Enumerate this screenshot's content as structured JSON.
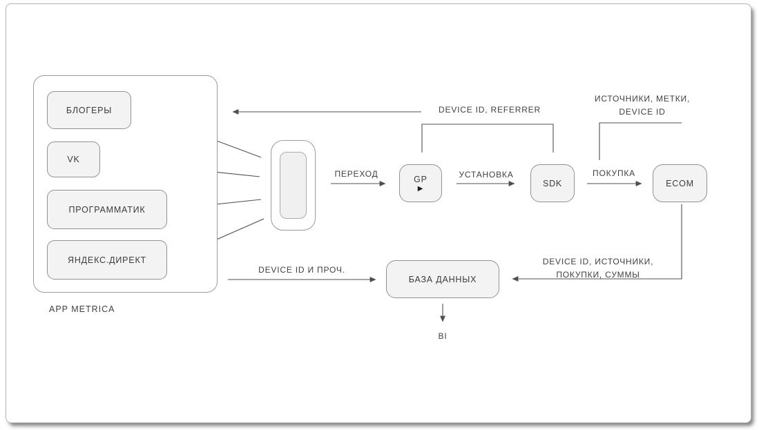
{
  "colors": {
    "sheet_bg": "#ffffff",
    "box_fill": "#f3f3f3",
    "box_border": "#919191",
    "group_border": "#9a9a9a",
    "wire": "#4f4f4f",
    "text": "#3b3b3b"
  },
  "diagram": {
    "app_metrica": {
      "label": "APP METRICA",
      "sources": [
        {
          "label": "БЛОГЕРЫ"
        },
        {
          "label": "VK"
        },
        {
          "label": "ПРОГРАММАТИК"
        },
        {
          "label": "ЯНДЕКС.ДИРЕКТ"
        }
      ]
    },
    "phone": {
      "name": "smartphone"
    },
    "nodes": {
      "gp": {
        "label": "GP",
        "icon": "play",
        "play_glyph": "▶"
      },
      "sdk": {
        "label": "SDK"
      },
      "ecom": {
        "label": "ECOM"
      },
      "database": {
        "label": "БАЗА ДАННЫХ"
      },
      "bi": {
        "label": "BI"
      }
    },
    "edge_labels": {
      "perehod": "ПЕРЕХОД",
      "ustanovka": "УСТАНОВКА",
      "pokupka": "ПОКУПКА"
    },
    "annotations": {
      "device_id_referrer": "DEVICE ID, REFERRER",
      "sources_marks_line1": "ИСТОЧНИКИ, МЕТКИ,",
      "sources_marks_line2": "DEVICE ID",
      "device_id_other": "DEVICE ID И ПРОЧ.",
      "db_payload_line1": "DEVICE ID, ИСТОЧНИКИ,",
      "db_payload_line2": "ПОКУПКИ, СУММЫ"
    }
  }
}
